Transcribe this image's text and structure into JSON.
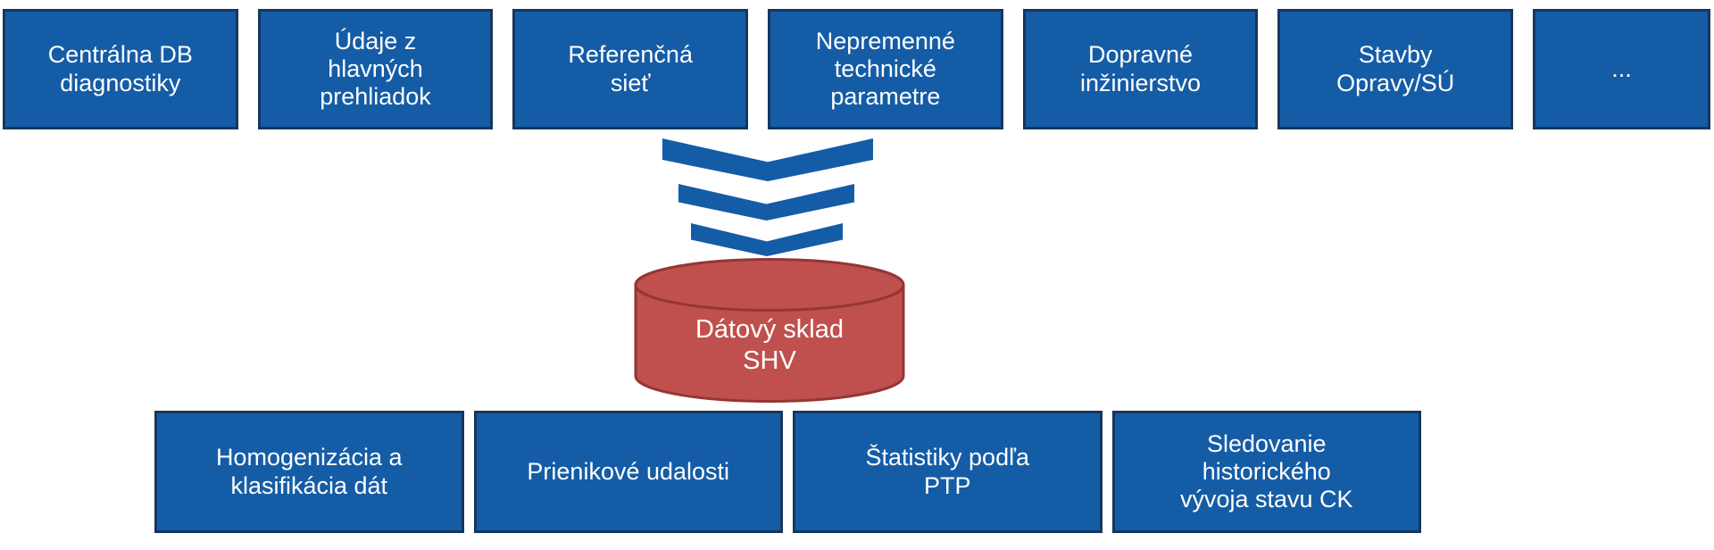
{
  "colors": {
    "box_fill": "#155CA6",
    "box_border": "#16375D",
    "chevron_fill": "#155CA6",
    "cylinder_fill": "#C0504D",
    "cylinder_border": "#943634",
    "text": "#FFFFFF",
    "background": "#FFFFFF"
  },
  "icons": {
    "flow_arrow": "triple-chevron-down-icon",
    "warehouse_shape": "database-cylinder-icon"
  },
  "top_row": [
    {
      "label": "Centrálna DB\ndiagnostiky"
    },
    {
      "label": "Údaje z\nhlavných\nprehliadok"
    },
    {
      "label": "Referenčná\nsieť"
    },
    {
      "label": "Nepremenné\ntechnické\nparametre"
    },
    {
      "label": "Dopravné\ninžinierstvo"
    },
    {
      "label": "Stavby\nOpravy/SÚ"
    },
    {
      "label": "..."
    }
  ],
  "cylinder": {
    "label": "Dátový sklad\nSHV"
  },
  "bottom_row": [
    {
      "label": "Homogenizácia a\nklasifikácia dát"
    },
    {
      "label": "Prienikové udalosti"
    },
    {
      "label": "Štatistiky podľa\nPTP"
    },
    {
      "label": "Sledovanie\nhistorického\nvývoja stavu CK"
    }
  ]
}
